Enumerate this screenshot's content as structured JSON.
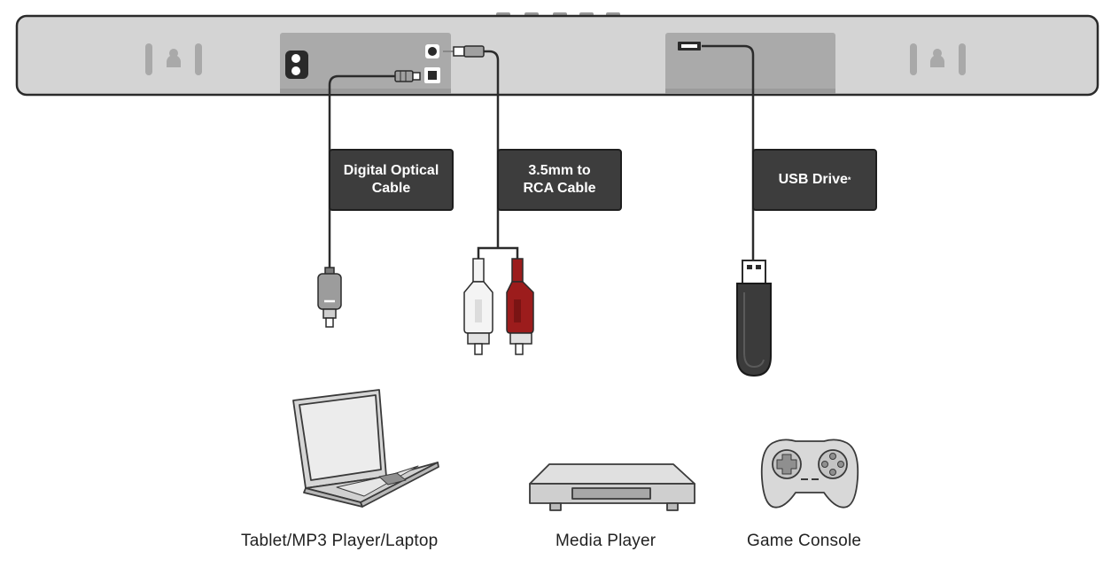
{
  "labels": {
    "optical_cable_line1": "Digital Optical",
    "optical_cable_line2": "Cable",
    "rca_cable_line1": "3.5mm to",
    "rca_cable_line2": "RCA Cable",
    "usb_drive": "USB Drive",
    "usb_drive_mark": "*"
  },
  "devices": {
    "laptop": "Tablet/MP3 Player/Laptop",
    "media_player": "Media Player",
    "game_console": "Game Console"
  },
  "colors": {
    "soundbar_fill": "#d4d4d4",
    "panel_fill": "#aaaaaa",
    "label_fill": "#3d3d3d",
    "rca_red": "#9c1c1c",
    "rca_white": "#f4f4f4",
    "device_gray": "#cfcfcf"
  }
}
